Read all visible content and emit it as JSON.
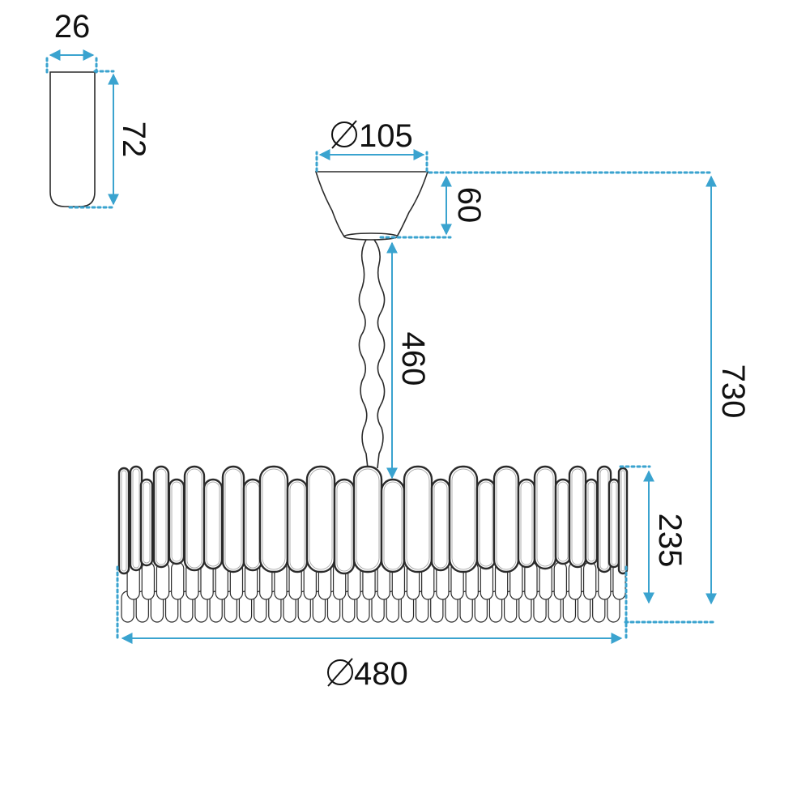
{
  "colors": {
    "dimension": "#3aa3cf",
    "outline": "#2b2b2b",
    "text": "#111111",
    "background": "#ffffff"
  },
  "dimensions": {
    "crystal_width": "26",
    "crystal_height": "72",
    "canopy_diameter": "105",
    "canopy_height": "60",
    "chain_length": "460",
    "total_height": "730",
    "body_height": "235",
    "body_diameter": "480"
  },
  "icons": {
    "diameter": "diameter-icon"
  }
}
